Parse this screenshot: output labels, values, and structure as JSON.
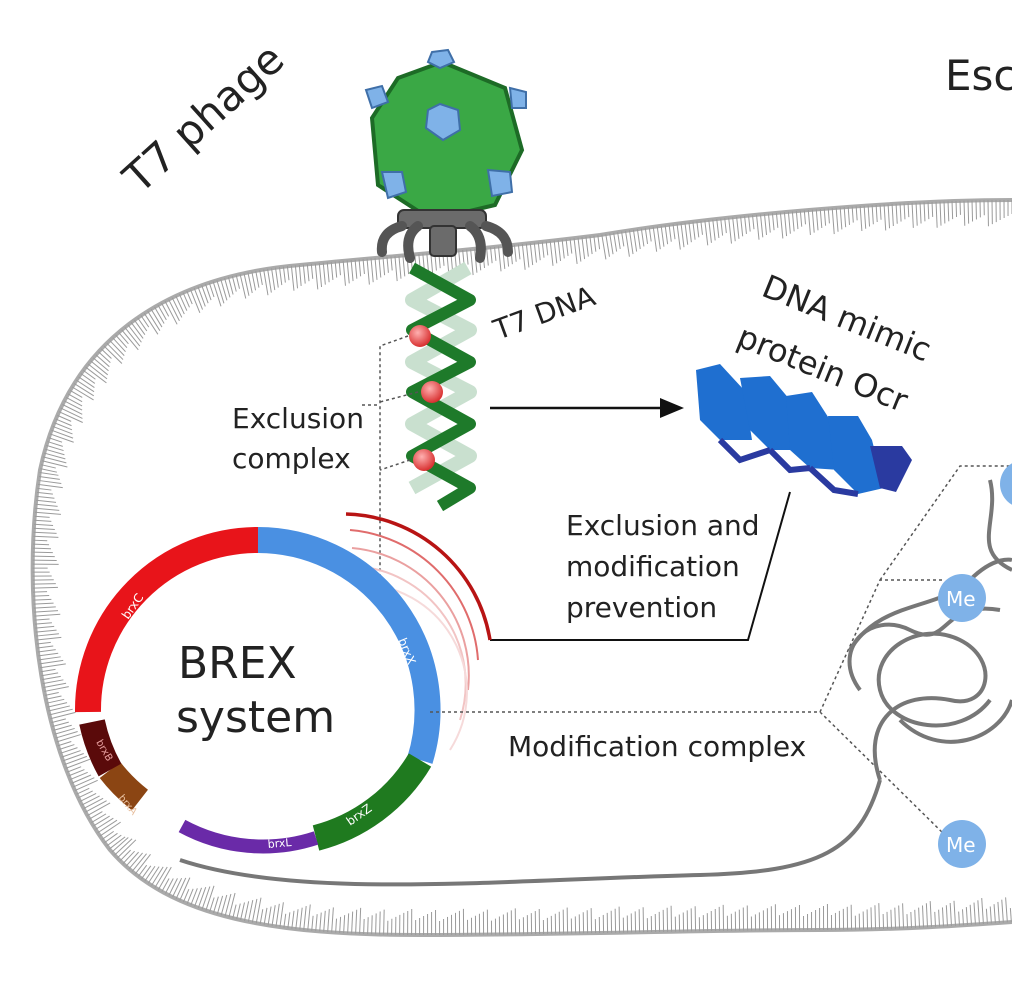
{
  "labels": {
    "phage": "T7 phage",
    "cell_partial": "Esc",
    "t7_dna": "T7 DNA",
    "mimic_line1": "DNA mimic",
    "mimic_line2": "protein Ocr",
    "exclusion_line1": "Exclusion",
    "exclusion_line2": "complex",
    "prevention_line1": "Exclusion and",
    "prevention_line2": "modification",
    "prevention_line3": "prevention",
    "brex_line1": "BREX",
    "brex_line2": "system",
    "modification_complex": "Modification complex",
    "me_1": "Me",
    "me_2": "Me"
  },
  "genes": [
    {
      "name": "brxC",
      "color": "#e8141a"
    },
    {
      "name": "brxX",
      "color": "#4a90e2"
    },
    {
      "name": "brxZ",
      "color": "#1f7a1f"
    },
    {
      "name": "brxL",
      "color": "#6a2aa8"
    },
    {
      "name": "brxA",
      "color": "#8b4513"
    },
    {
      "name": "brxB",
      "color": "#5a0a0a"
    }
  ],
  "colors": {
    "capsid": "#3aa845",
    "capsid_protein": "#7fb2e8",
    "tail": "#666666",
    "dna_strand_dark": "#1e7a2a",
    "dna_strand_light": "#c9e0cf",
    "exclusion_dot": "#e04040",
    "ocr": "#1f6fd0",
    "arrow": "#111111",
    "inhibition_line": "#b81414",
    "methyl": "#7fb2e8"
  }
}
